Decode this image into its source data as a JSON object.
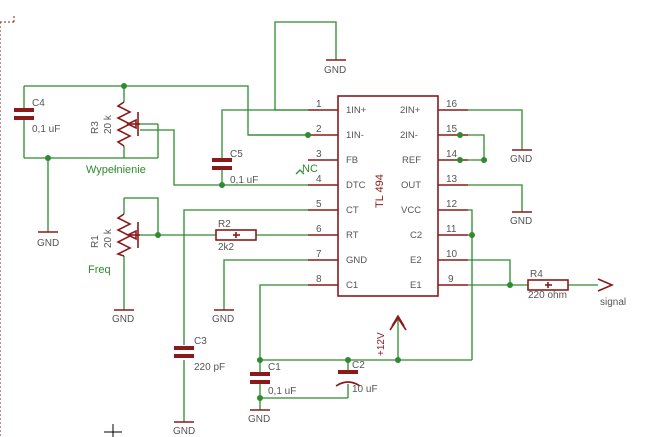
{
  "chip": {
    "name": "TL 494",
    "left_pins": [
      {
        "num": "1",
        "name": "1IN+"
      },
      {
        "num": "2",
        "name": "1IN-"
      },
      {
        "num": "3",
        "name": "FB"
      },
      {
        "num": "4",
        "name": "DTC"
      },
      {
        "num": "5",
        "name": "CT"
      },
      {
        "num": "6",
        "name": "RT"
      },
      {
        "num": "7",
        "name": "GND"
      },
      {
        "num": "8",
        "name": "C1"
      }
    ],
    "right_pins": [
      {
        "num": "16",
        "name": "2IN+"
      },
      {
        "num": "15",
        "name": "2IN-"
      },
      {
        "num": "14",
        "name": "REF"
      },
      {
        "num": "13",
        "name": "OUT"
      },
      {
        "num": "12",
        "name": "VCC"
      },
      {
        "num": "11",
        "name": "C2"
      },
      {
        "num": "10",
        "name": "E2"
      },
      {
        "num": "9",
        "name": "E1"
      }
    ]
  },
  "components": {
    "c4": {
      "name": "C4",
      "value": "0,1 uF"
    },
    "r3": {
      "name": "R3",
      "value": "20 k",
      "function": "Wypełnienie"
    },
    "c5": {
      "name": "C5",
      "value": "0,1 uF"
    },
    "r1": {
      "name": "R1",
      "value": "20 k",
      "function": "Freq"
    },
    "r2": {
      "name": "R2",
      "value": "2k2"
    },
    "c3": {
      "name": "C3",
      "value": "220 pF"
    },
    "c1": {
      "name": "C1",
      "value": "0,1 uF"
    },
    "c2": {
      "name": "C2",
      "value": "10 uF"
    },
    "r4": {
      "name": "R4",
      "value": "220 ohm"
    }
  },
  "labels": {
    "gnd": "GND",
    "nc": "NC",
    "supply": "+12V",
    "signal": "signal"
  }
}
